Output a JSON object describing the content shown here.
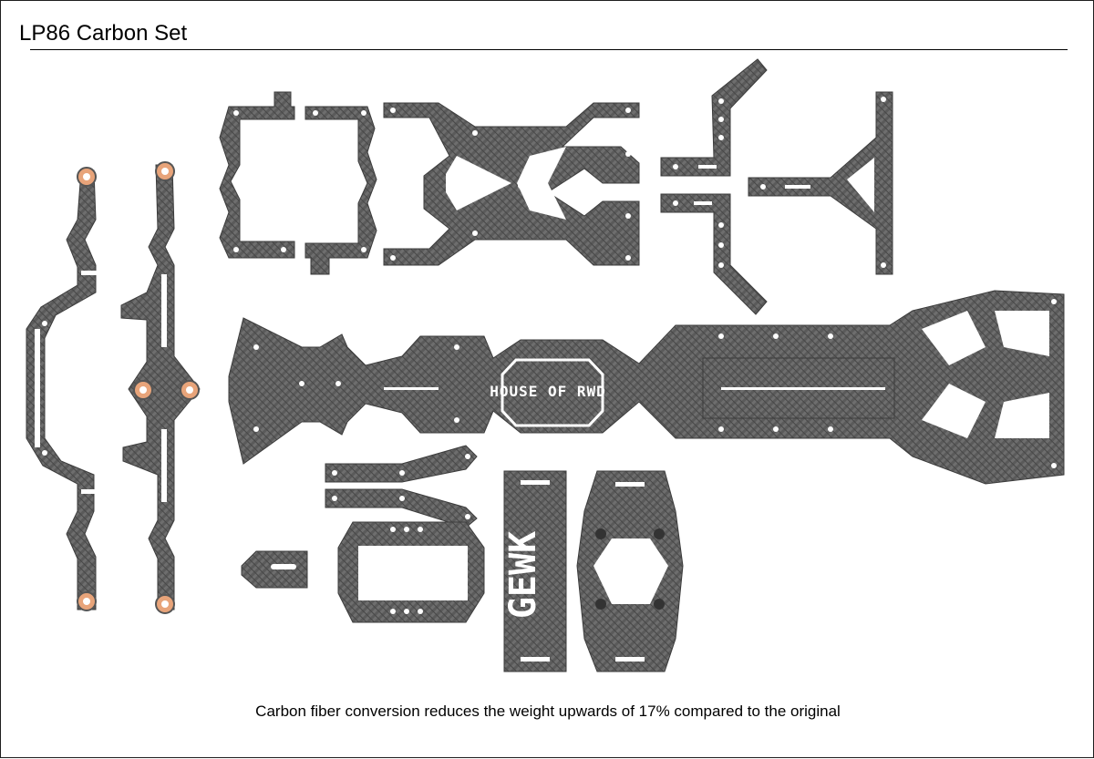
{
  "page": {
    "title": "LP86 Carbon Set",
    "caption": "Carbon fiber conversion reduces the weight upwards of 17% compared to the original"
  },
  "logos": {
    "chassis_text": "HOUSE OF RWD",
    "plate_text": "GEWK"
  },
  "colors": {
    "carbon": "#5e5e5e",
    "carbon_dark": "#3c3c3c",
    "copper": "#e8a47a",
    "background": "#ffffff"
  }
}
